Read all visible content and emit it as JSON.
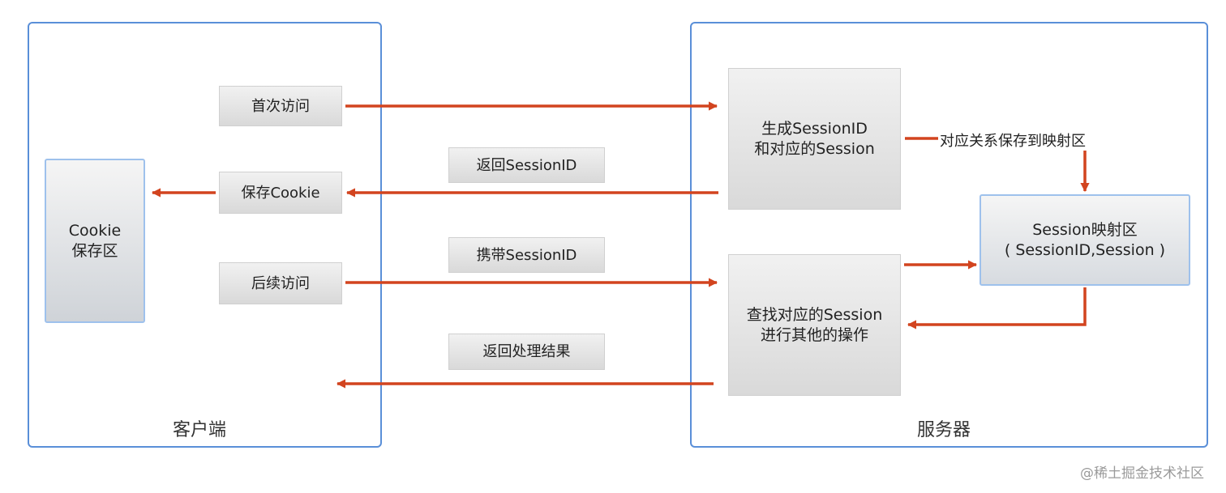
{
  "colors": {
    "panel_border": "#5a8fd8",
    "arrow": "#d2441f",
    "inner_border": "#9ec1ec"
  },
  "client": {
    "title": "客户端",
    "first_visit": "首次访问",
    "save_cookie": "保存Cookie",
    "later_visit": "后续访问",
    "cookie_store": "Cookie\n保存区"
  },
  "messages": {
    "return_session_id": "返回SessionID",
    "carry_session_id": "携带SessionID",
    "return_result": "返回处理结果"
  },
  "server": {
    "title": "服务器",
    "generate_session": "生成SessionID\n和对应的Session",
    "mapping_label": "对应关系保存到映射区",
    "session_map": "Session映射区\n( SessionID,Session )",
    "find_session": "查找对应的Session\n进行其他的操作"
  },
  "watermark": "@稀土掘金技术社区"
}
